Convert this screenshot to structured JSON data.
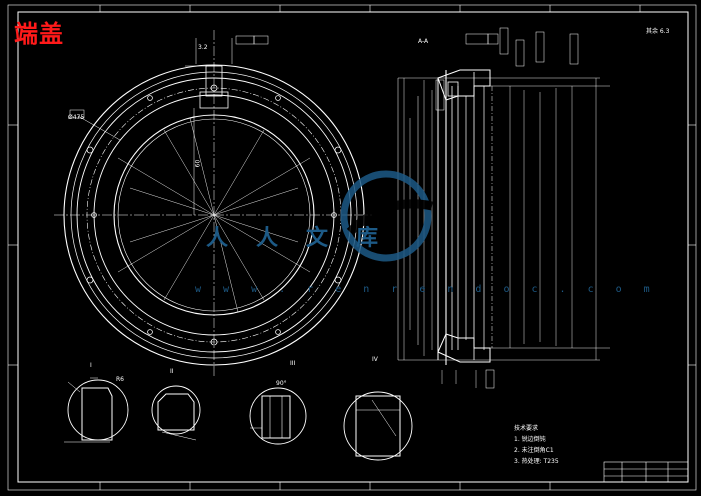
{
  "title": "端盖",
  "watermark": {
    "text_cn": "人人文库",
    "text_url": "w w w . r e n r e n d o c . c o m"
  },
  "section_label": "A-A",
  "roughness_note": "其余 6.3",
  "views": {
    "detail_1": "I",
    "detail_2": "II",
    "detail_3": "III",
    "detail_4": "IV"
  },
  "tech_notes": {
    "heading": "技术要求",
    "items": [
      "1. 锐边倒钝",
      "2. 未注倒角C1",
      "3. 热处理: T235"
    ]
  },
  "dimension_samples": [
    "Ø475",
    "90°",
    "60",
    "R6",
    "3.2"
  ],
  "colors": {
    "line": "#ffffff",
    "dim": "#e8e8e8",
    "title": "#ff1a1a",
    "watermark": "#1d5a86"
  }
}
